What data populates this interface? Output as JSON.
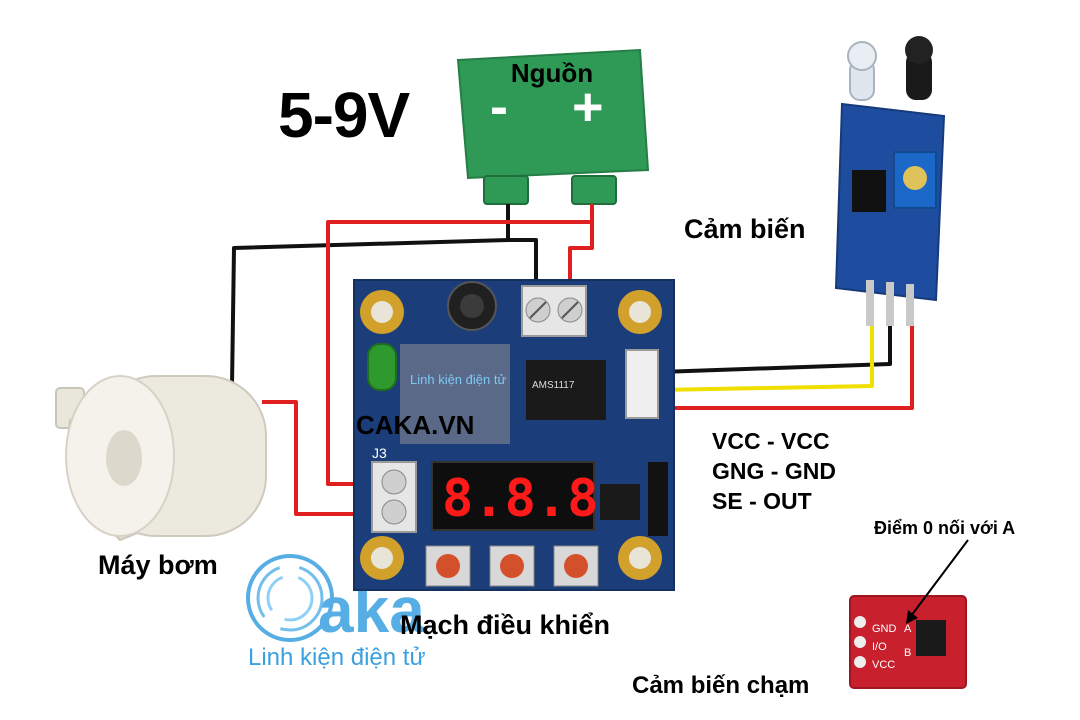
{
  "labels": {
    "voltage": "5-9V",
    "power_supply": "Nguồn",
    "power_minus": "-",
    "power_plus": "+",
    "sensor": "Cảm biến",
    "pump": "Máy bơm",
    "controller": "Mạch điều khiển",
    "touch_sensor": "Cảm biến chạm",
    "point_note": "Điểm 0 nối với A",
    "board_brand": "CAKA.VN"
  },
  "pin_mapping": [
    "VCC - VCC",
    "GNG - GND",
    "SE - OUT"
  ],
  "watermark": {
    "brand": "aka",
    "tagline": "Linh kiện điện tử"
  },
  "colors": {
    "psu_green": "#2e9a55",
    "board_blue": "#1b3d7a",
    "sensor_blue": "#1e4da0",
    "touch_red": "#c8202c",
    "wire_red": "#e02020",
    "wire_black": "#111111",
    "wire_yellow": "#f0e000",
    "led_red": "#ff1a1a",
    "watermark_blue": "#3aa0e0"
  }
}
